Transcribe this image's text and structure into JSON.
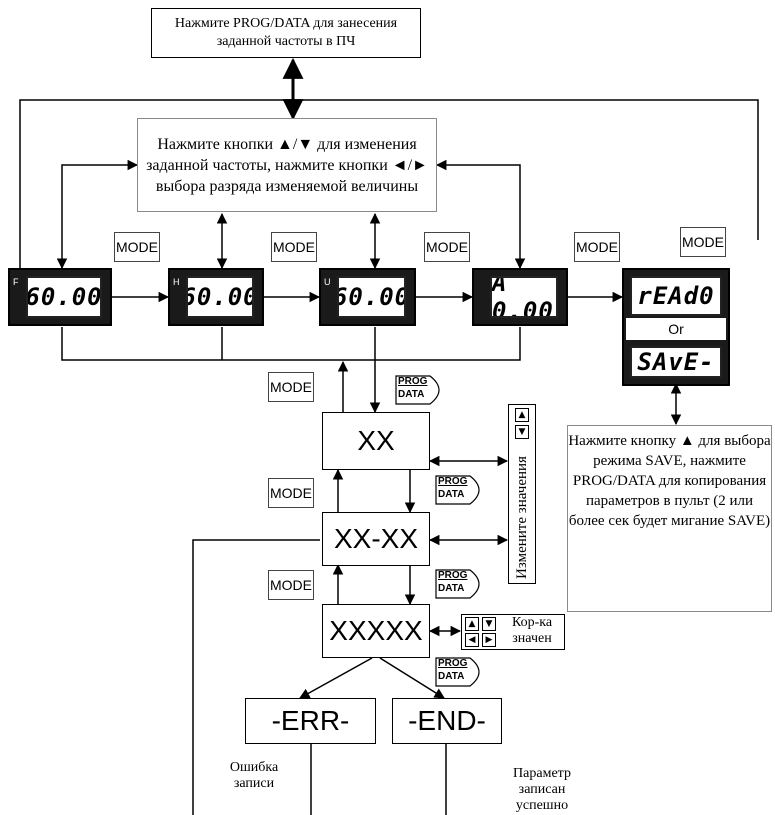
{
  "notes": {
    "top": "Нажмите PROG/DATA для занесения заданной частоты в ПЧ",
    "main": "Нажмите кнопки ▲/▼ для изменения заданной частоты, нажмите кнопки ◄/► выбора разряда изменяемой величины",
    "right": "Нажмите кнопку ▲ для выбора режима SAVE, нажмите PROG/DATA для копирования параметров в пульт (2 или более сек будет мигание SAVE)",
    "change_value": "Измените значения",
    "correct_value": "Кор-ка значен",
    "error": "Ошибка записи",
    "success": "Параметр записан успешно"
  },
  "mode_label": "MODE",
  "prog_label": {
    "line1": "PROG",
    "line2": "DATA"
  },
  "displays": {
    "f": {
      "indicator": "F",
      "value": "60.00"
    },
    "h": {
      "indicator": "H",
      "value": "60.00"
    },
    "u": {
      "indicator": "U",
      "value": "60.00"
    },
    "a": {
      "indicator": "",
      "value": "A 0.00"
    },
    "read": {
      "value": "rEAd0"
    },
    "or": "Or",
    "save": {
      "value": "SAvE-"
    }
  },
  "codes": {
    "xx": "XX",
    "xx_xx": "XX-XX",
    "xxxxx": "XXXXX",
    "err": "-ERR-",
    "end": "-END-"
  },
  "icons": [
    "up-arrow-icon",
    "down-arrow-icon",
    "left-arrow-icon",
    "right-arrow-icon",
    "prog-data-key-icon"
  ]
}
